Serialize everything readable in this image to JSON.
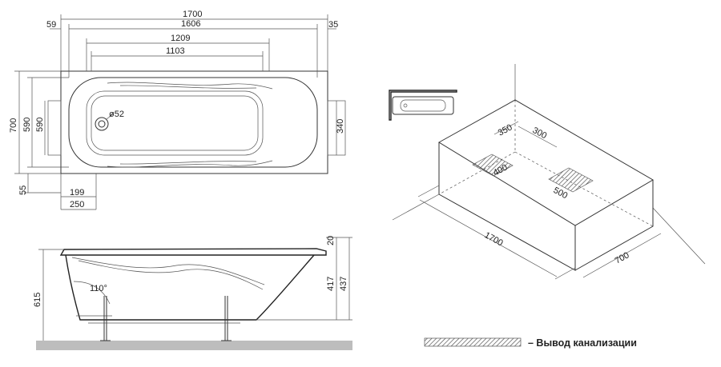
{
  "top_view": {
    "dims": {
      "overall_length": "1700",
      "left_margin": "59",
      "inner_length": "1606",
      "right_margin": "35",
      "basin_length": "1209",
      "bottom_length": "1103",
      "overall_width": "700",
      "inner_width": "590",
      "bottom_width": "590",
      "right_support": "340",
      "bottom_offset": "55",
      "drain_offset": "199",
      "leg_offset": "250",
      "drain_diameter": "ø52"
    }
  },
  "side_view": {
    "dims": {
      "total_height": "615",
      "rim": "20",
      "inner_depth": "417",
      "outer_depth": "437",
      "back_angle": "110°"
    }
  },
  "iso_view": {
    "dims": {
      "length": "1700",
      "width": "700",
      "drain_x": "350",
      "drain_y": "300",
      "drain_zone_1": "400",
      "drain_zone_2": "500"
    }
  },
  "legend": {
    "label": "– Вывод канализации"
  }
}
